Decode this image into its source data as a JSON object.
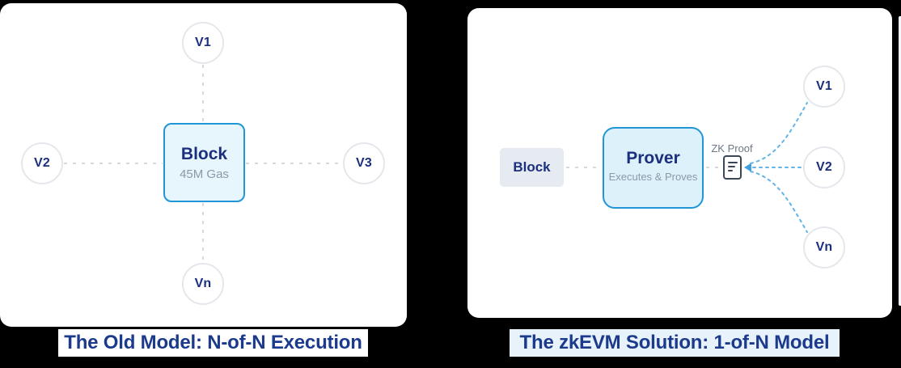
{
  "colors": {
    "background": "#000000",
    "card_bg": "#FFFFFF",
    "accent_cyan_border": "#2196D6",
    "block_light_blue_fill": "#E7F5FC",
    "prover_fill": "#DCF1FA",
    "block_gray_fill": "#E6EAF1",
    "navy_text": "#1B2F7E",
    "caption_text": "#1B3A8C",
    "gray_subtext": "#8D98A8",
    "gray_dash": "#D5D9DE",
    "blue_dash": "#62B5E6",
    "circle_border": "#E4E7EB",
    "doc_icon_outline": "#3D4654",
    "right_caption_bg": "#E8F2FA"
  },
  "left_panel": {
    "caption": "The Old Model: N-of-N Execution",
    "block": {
      "label": "Block",
      "sublabel": "45M Gas"
    },
    "validators": [
      {
        "label": "V1"
      },
      {
        "label": "V2"
      },
      {
        "label": "V3"
      },
      {
        "label": "Vn"
      }
    ]
  },
  "right_panel": {
    "caption": "The zkEVM Solution: 1-of-N Model",
    "block": {
      "label": "Block"
    },
    "prover": {
      "label": "Prover",
      "sublabel": "Executes & Proves"
    },
    "zk_proof": {
      "label": "ZK Proof",
      "icon": "document-icon"
    },
    "validators": [
      {
        "label": "V1"
      },
      {
        "label": "V2"
      },
      {
        "label": "Vn"
      }
    ]
  }
}
